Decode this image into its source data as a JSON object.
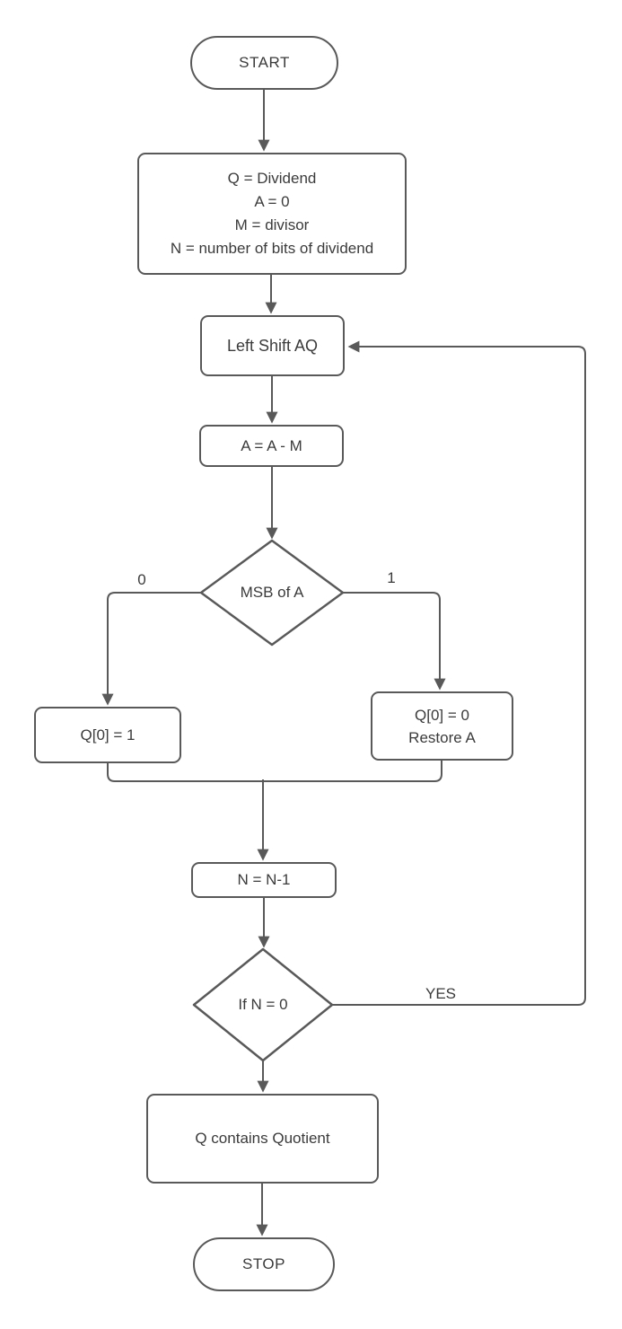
{
  "diagram": {
    "type": "flowchart",
    "nodes": {
      "start": {
        "label": "START"
      },
      "init": {
        "lines": [
          "Q = Dividend",
          "A = 0",
          "M = divisor",
          "N = number of bits of dividend"
        ]
      },
      "left_shift": {
        "label": "Left Shift AQ"
      },
      "subtract": {
        "label": "A = A - M"
      },
      "msb_decision": {
        "label": "MSB of A"
      },
      "set_q1": {
        "label": "Q[0] = 1"
      },
      "set_q0": {
        "lines": [
          "Q[0] = 0",
          "Restore A"
        ]
      },
      "decrement": {
        "label": "N = N-1"
      },
      "n_zero_decision": {
        "label": "If N = 0"
      },
      "result": {
        "label": "Q contains Quotient"
      },
      "stop": {
        "label": "STOP"
      }
    },
    "edge_labels": {
      "msb_zero": "0",
      "msb_one": "1",
      "loop_yes": "YES"
    },
    "colors": {
      "stroke": "#595959",
      "text": "#3b3b3b",
      "node_fill": "#ffffff",
      "background": "#ffffff"
    }
  }
}
